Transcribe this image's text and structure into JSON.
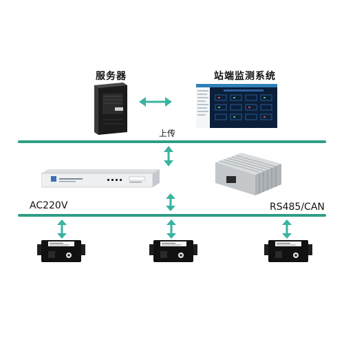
{
  "labels": {
    "server": "服务器",
    "monitoring": "站端监测系统",
    "upload": "上传",
    "power": "AC220V",
    "bus": "RS485/CAN"
  },
  "devices": {
    "server": "server-tower",
    "monitor_screen": "monitoring-software-screenshot",
    "gateway": "rack-mount-gateway",
    "heatsink": "aluminum-heatsink-module",
    "sensors": [
      "sensor-module",
      "sensor-module",
      "sensor-module"
    ]
  },
  "colors": {
    "bus_line": "#2e9e86",
    "arrow": "#3ab3a1"
  }
}
